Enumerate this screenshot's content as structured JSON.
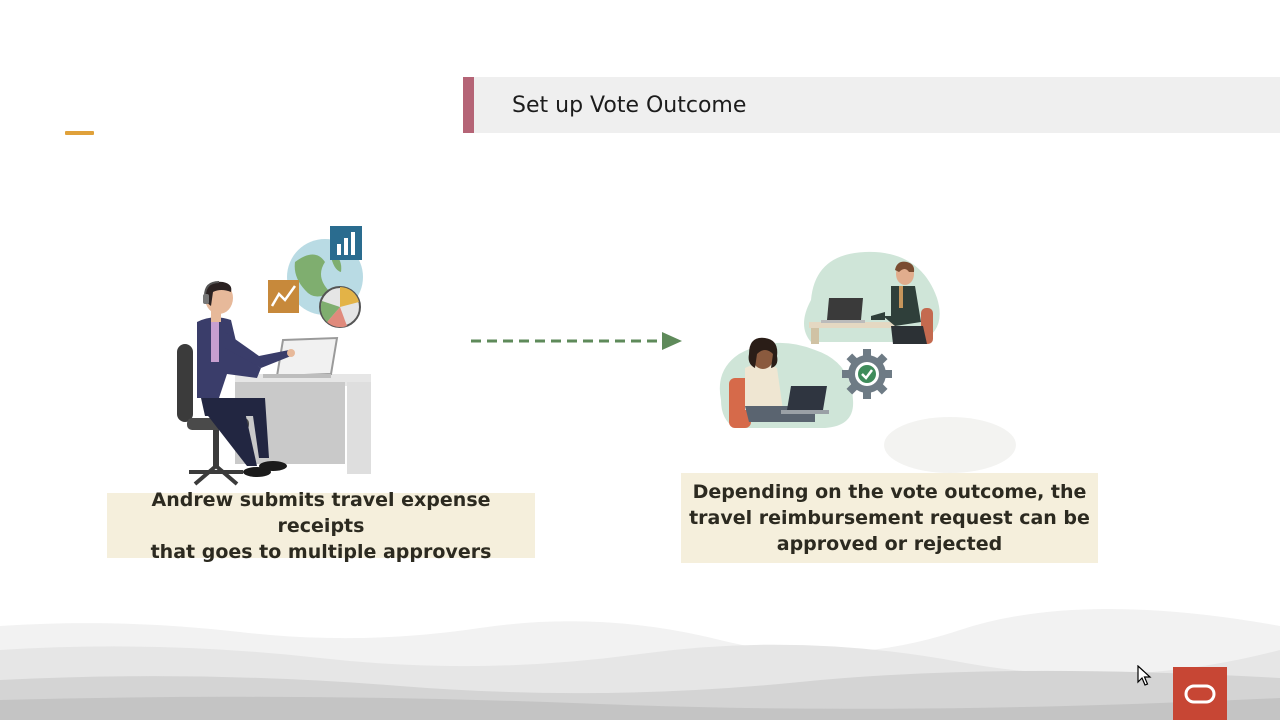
{
  "slide": {
    "title": "Set up Vote Outcome",
    "left_caption": "Andrew submits travel expense receipts\nthat goes to multiple approvers",
    "right_caption": "Depending on the vote outcome, the\ntravel reimbursement request can be\napproved or rejected"
  },
  "colors": {
    "title_accent": "#b56476",
    "dash_accent": "#e0a13a",
    "caption_bg": "#f5efdc",
    "arrow": "#5e8a5a",
    "oracle_red": "#c74634"
  },
  "icons": [
    "oracle-logo-icon",
    "mouse-cursor-icon",
    "dashed-arrow-icon",
    "gear-check-icon",
    "bar-chart-icon",
    "pie-chart-icon",
    "line-chart-icon",
    "globe-icon"
  ]
}
